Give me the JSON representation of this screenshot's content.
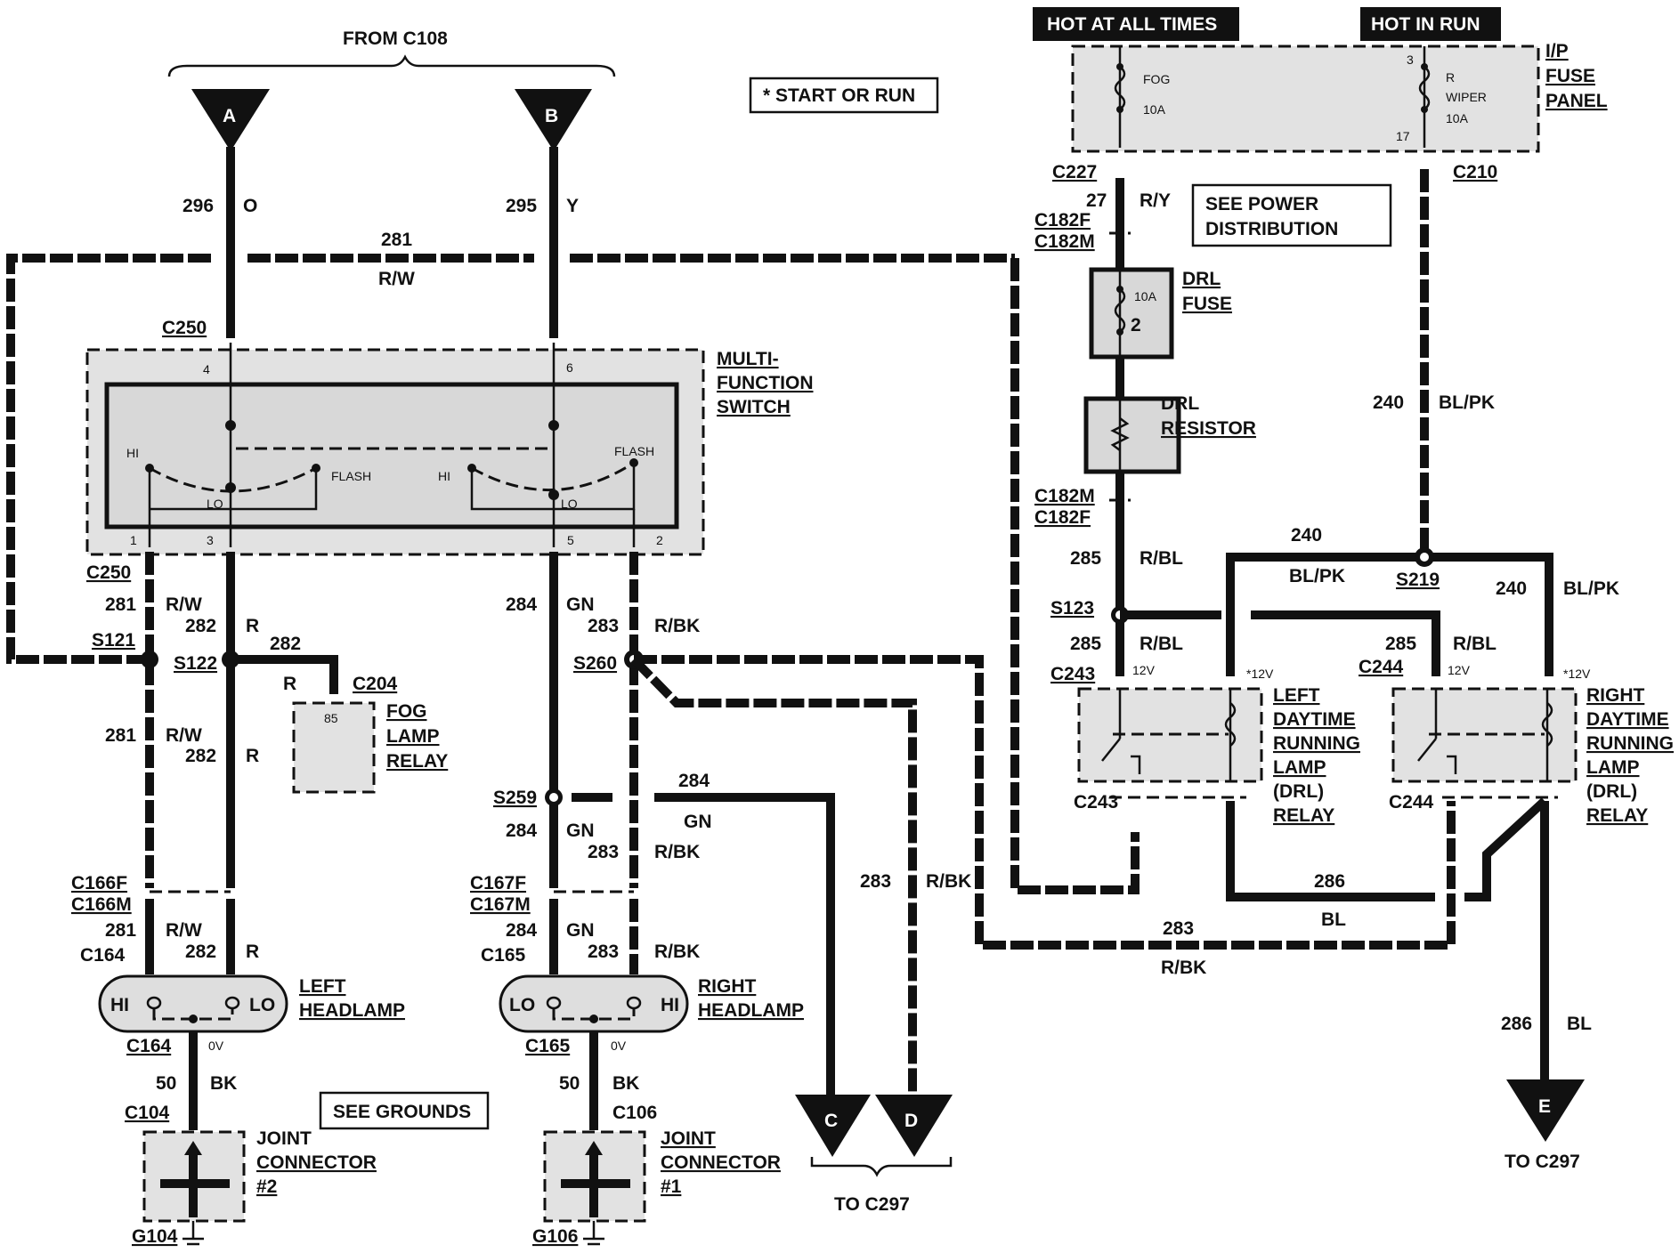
{
  "top": {
    "from_c108": "FROM C108",
    "start_or_run": "* START OR RUN",
    "hot_at_all_times": "HOT AT ALL TIMES",
    "hot_in_run": "HOT IN RUN",
    "see_power_distribution": [
      "SEE POWER",
      "DISTRIBUTION"
    ]
  },
  "connectors": {
    "a": "A",
    "b": "B",
    "c": "C",
    "d": "D",
    "e": "E",
    "to_c297": "TO C297"
  },
  "fuse_panel": {
    "title": [
      "I/P",
      "FUSE",
      "PANEL"
    ],
    "fog_fuse": [
      "FOG",
      "10A"
    ],
    "wiper_fuse": [
      "R",
      "WIPER",
      "10A"
    ],
    "pin_3": "3",
    "pin_17": "17",
    "c227": "C227",
    "c210": "C210"
  },
  "drl": {
    "fuse_label": [
      "DRL",
      "FUSE"
    ],
    "fuse_rating": "10A",
    "fuse_number": "2",
    "resistor_label": [
      "DRL",
      "RESISTOR"
    ],
    "c182f_top": "C182F",
    "c182m_top": "C182M",
    "c182m_bot": "C182M",
    "c182f_bot": "C182F",
    "s123": "S123",
    "s219": "S219",
    "c243": "C243",
    "c244": "C244",
    "v12": "12V",
    "v12_star": "*12V",
    "left_relay": [
      "LEFT",
      "DAYTIME",
      "RUNNING",
      "LAMP",
      "(DRL)",
      "RELAY"
    ],
    "right_relay": [
      "RIGHT",
      "DAYTIME",
      "RUNNING",
      "LAMP",
      "(DRL)",
      "RELAY"
    ]
  },
  "switch": {
    "label": [
      "MULTI-",
      "FUNCTION",
      "SWITCH"
    ],
    "c250": "C250",
    "pin_1": "1",
    "pin_2": "2",
    "pin_3": "3",
    "pin_4": "4",
    "pin_5": "5",
    "pin_6": "6",
    "hi": "HI",
    "lo": "LO",
    "flash": "FLASH"
  },
  "circuits": {
    "c296": "296",
    "o": "O",
    "c295": "295",
    "y": "Y",
    "c281": "281",
    "rw": "R/W",
    "c282": "282",
    "r": "R",
    "c284": "284",
    "gn": "GN",
    "c283": "283",
    "rbk": "R/BK",
    "c27": "27",
    "ry": "R/Y",
    "c285": "285",
    "rbl": "R/BL",
    "c240": "240",
    "blpk": "BL/PK",
    "c286": "286",
    "bl": "BL",
    "c50": "50",
    "bk": "BK"
  },
  "splices": {
    "s121": "S121",
    "s122": "S122",
    "s260": "S260",
    "s259": "S259"
  },
  "fog_relay": {
    "c204": "C204",
    "pin": "85",
    "label": [
      "FOG",
      "LAMP",
      "RELAY"
    ]
  },
  "lamps": {
    "c166f": "C166F",
    "c166m": "C166M",
    "c167f": "C167F",
    "c167m": "C167M",
    "c164": "C164",
    "c165": "C165",
    "left_headlamp": [
      "LEFT",
      "HEADLAMP"
    ],
    "right_headlamp": [
      "RIGHT",
      "HEADLAMP"
    ],
    "hi": "HI",
    "lo": "LO",
    "ov": "0V"
  },
  "grounds": {
    "c104": "C104",
    "c106": "C106",
    "see_grounds": "SEE GROUNDS",
    "jc2": [
      "JOINT",
      "CONNECTOR",
      "#2"
    ],
    "jc1": [
      "JOINT",
      "CONNECTOR",
      "#1"
    ],
    "g104": "G104",
    "g106": "G106"
  }
}
